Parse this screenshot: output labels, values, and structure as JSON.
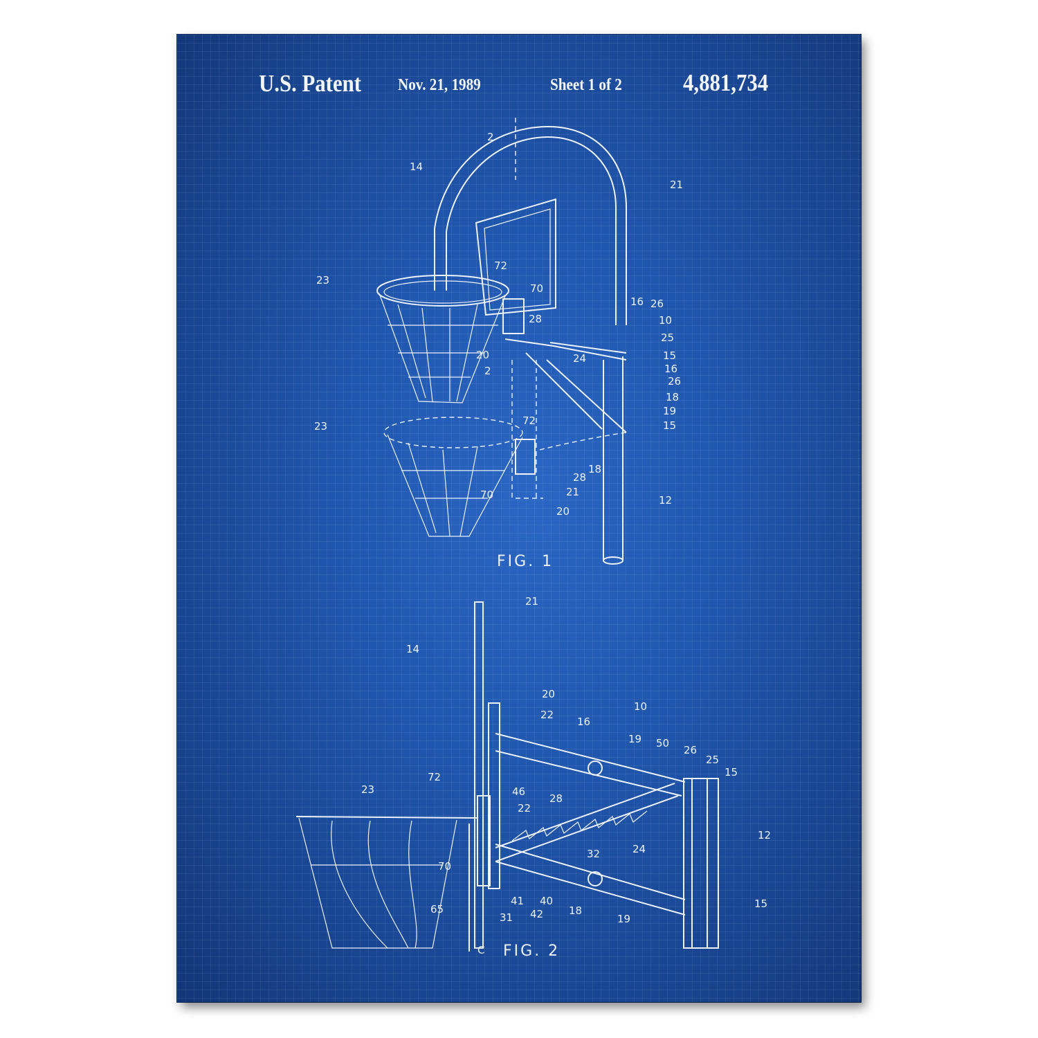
{
  "header": {
    "title": "U.S. Patent",
    "date": "Nov. 21, 1989",
    "sheet": "Sheet 1 of 2",
    "number": "4,881,734"
  },
  "figures": [
    {
      "caption": "FIG. 1",
      "labels": [
        "2",
        "14",
        "21",
        "72",
        "70",
        "23",
        "16",
        "26",
        "10",
        "28",
        "25",
        "20",
        "24",
        "15",
        "2",
        "16",
        "26",
        "18",
        "19",
        "15",
        "23",
        "72",
        "18",
        "28",
        "21",
        "70",
        "20",
        "12"
      ]
    },
    {
      "caption": "FIG. 2",
      "labels": [
        "21",
        "14",
        "20",
        "22",
        "10",
        "16",
        "19",
        "50",
        "26",
        "25",
        "15",
        "72",
        "23",
        "46",
        "22",
        "28",
        "12",
        "70",
        "32",
        "24",
        "65",
        "41",
        "42",
        "40",
        "18",
        "19",
        "15",
        "31",
        "C"
      ]
    }
  ],
  "colors": {
    "background": "#1f56ad",
    "ink": "#eef2fa"
  }
}
